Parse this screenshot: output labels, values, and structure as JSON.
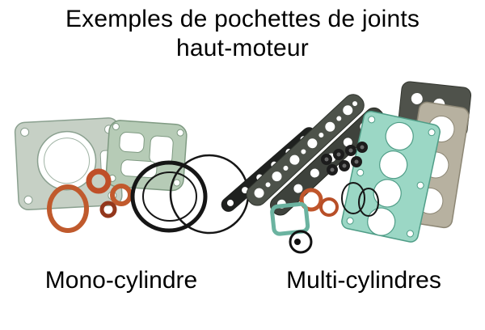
{
  "title": {
    "line1": "Exemples de pochettes de joints",
    "line2": "haut-moteur"
  },
  "captions": {
    "mono": "Mono-cylindre",
    "multi": "Multi-cylindres"
  },
  "photo": {
    "items_left": [
      "cylinder-head-gasket",
      "rocker-cover-gasket",
      "orange-o-rings",
      "large-black-o-rings"
    ],
    "items_right": [
      "cam-cover-gasket-strips",
      "four-cylinder-head-gasket",
      "valve-stem-seals",
      "orange-o-rings",
      "small-square-gasket",
      "washer-ring"
    ],
    "colors": {
      "gasket_pale_green": "#c6d0c5",
      "gasket_green": "#b6cbb6",
      "gasket_teal": "#9bd7c5",
      "gasket_tan": "#b7b1a0",
      "gasket_dark_grey": "#4d524a",
      "o_ring_orange": "#c0562c",
      "rubber_black": "#1a1a1a"
    }
  }
}
